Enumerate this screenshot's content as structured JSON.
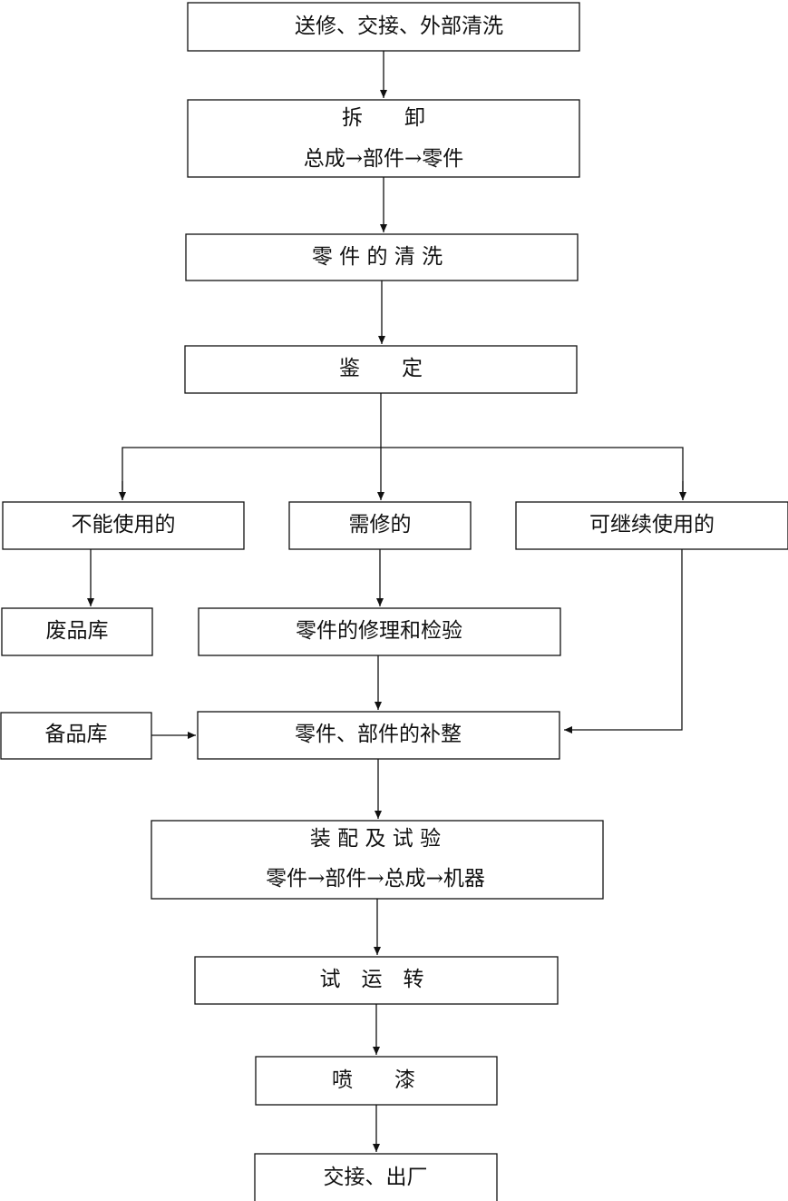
{
  "nodes": {
    "intake": "送修、交接、外部清洗",
    "disassembly_title": "拆　　卸",
    "disassembly_sub": "总成→部件→零件",
    "cleaning": "零 件 的 清 洗",
    "inspection": "鉴　　定",
    "unusable": "不能使用的",
    "needs_repair": "需修的",
    "reusable": "可继续使用的",
    "scrap_store": "废品库",
    "repair_check": "零件的修理和检验",
    "spare_store": "备品库",
    "replenish": "零件、部件的补整",
    "assembly_title": "装 配 及 试 验",
    "assembly_sub": "零件→部件→总成→机器",
    "test_run": "试　运　转",
    "painting": "喷　　漆",
    "delivery": "交接、出厂"
  }
}
